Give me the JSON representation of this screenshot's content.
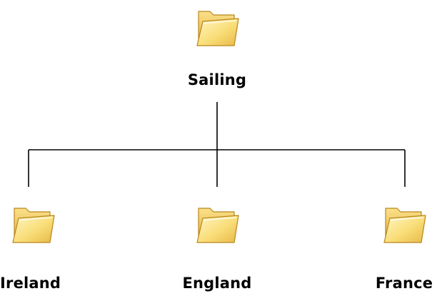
{
  "root": {
    "label": "Sailing",
    "icon": "folder-icon"
  },
  "children": [
    {
      "label": "Ireland",
      "icon": "folder-icon"
    },
    {
      "label": "England",
      "icon": "folder-icon"
    },
    {
      "label": "France",
      "icon": "folder-icon"
    }
  ],
  "colors": {
    "folder_light": "#fff2b3",
    "folder_mid": "#f7d66a",
    "folder_dark": "#d9a935",
    "folder_outline": "#b8861e",
    "line": "#000000"
  }
}
